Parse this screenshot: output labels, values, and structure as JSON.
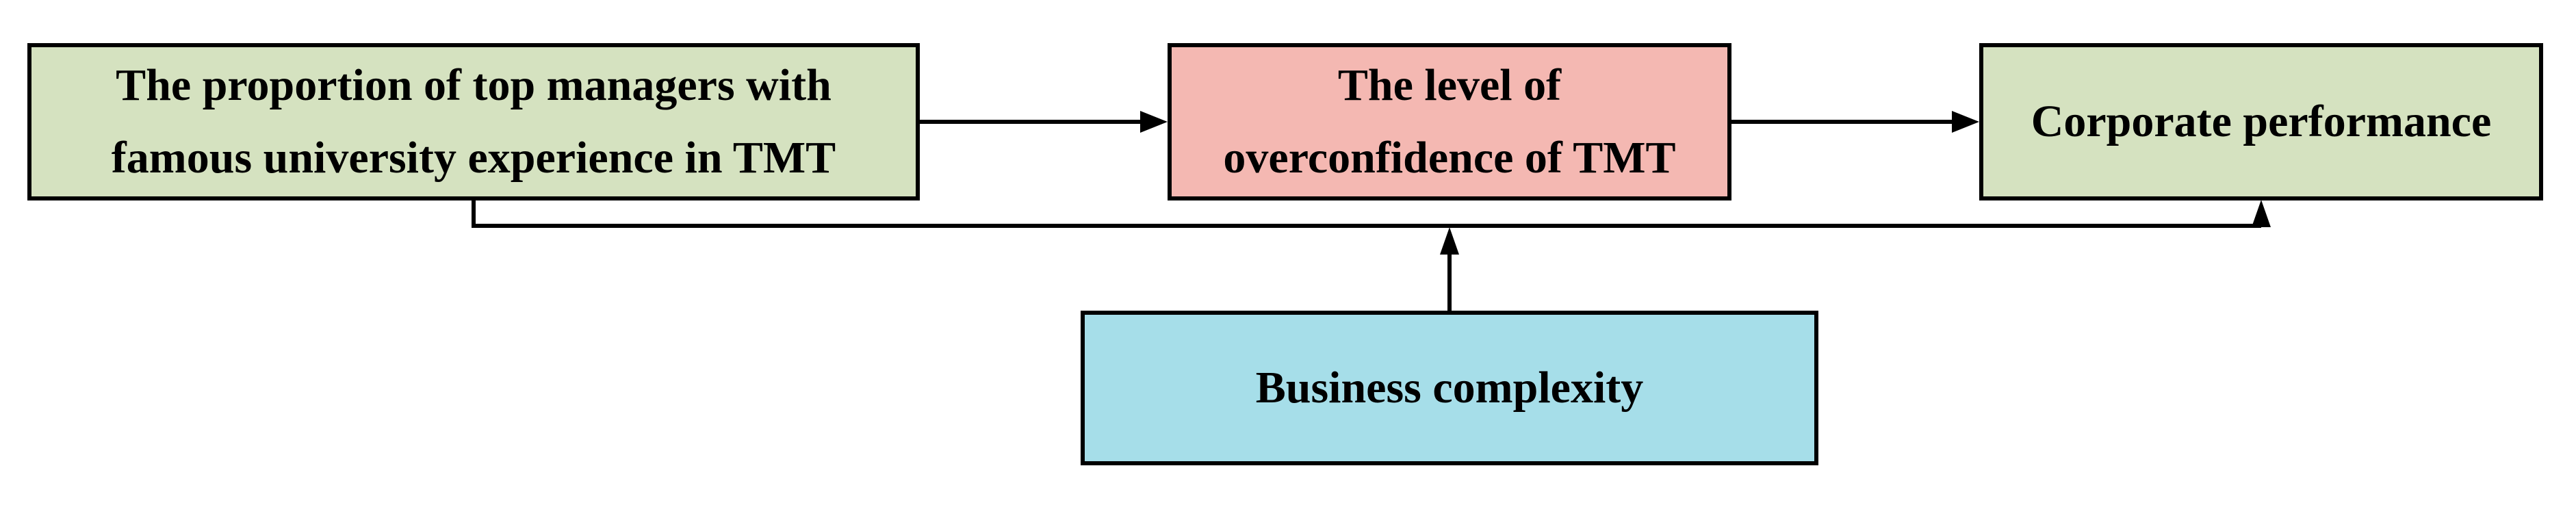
{
  "figure": {
    "background": "#ffffff",
    "line_color": "#000000",
    "boxes": {
      "antecedent": {
        "line1": "The proportion of top managers with",
        "line2": "famous university experience in TMT",
        "fill": "#d5e2c0"
      },
      "mediator": {
        "line1": "The level of",
        "line2": "overconfidence of TMT",
        "fill": "#f4b8b2"
      },
      "outcome": {
        "label": "Corporate performance",
        "fill": "#d5e2c0"
      },
      "moderator": {
        "label": "Business complexity",
        "fill": "#a6dee9"
      }
    },
    "relationships": [
      {
        "from": "antecedent",
        "to": "mediator",
        "type": "direct-arrow"
      },
      {
        "from": "mediator",
        "to": "outcome",
        "type": "direct-arrow"
      },
      {
        "from": "antecedent",
        "to": "outcome",
        "type": "direct-arrow-bottom-path"
      },
      {
        "from": "moderator",
        "to": "antecedent-outcome-path",
        "type": "moderation-arrow"
      }
    ]
  }
}
